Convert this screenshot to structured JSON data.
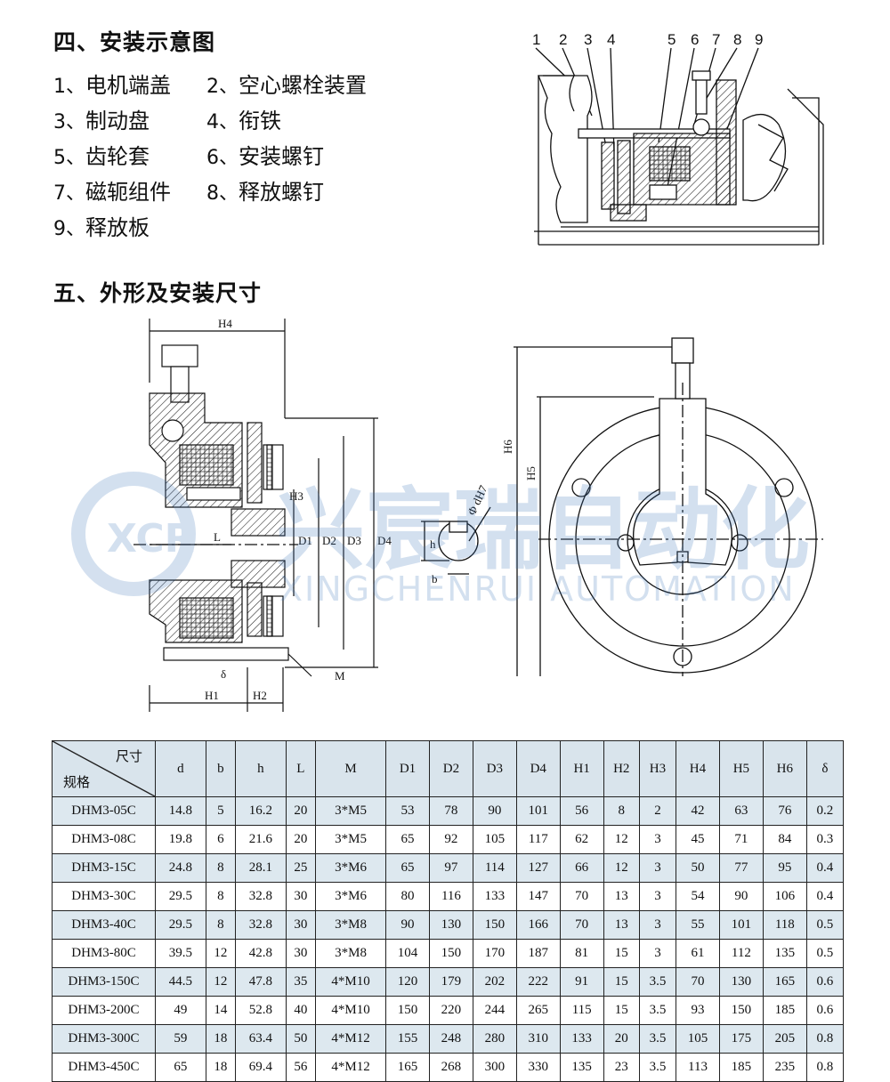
{
  "section4": {
    "title": "四、安装示意图",
    "parts": [
      {
        "num": "1、",
        "name": "电机端盖"
      },
      {
        "num": "2、",
        "name": "空心螺栓装置"
      },
      {
        "num": "3、",
        "name": "制动盘"
      },
      {
        "num": "4、",
        "name": "衔铁"
      },
      {
        "num": "5、",
        "name": "齿轮套"
      },
      {
        "num": "6、",
        "name": "安装螺钉"
      },
      {
        "num": "7、",
        "name": "磁轭组件"
      },
      {
        "num": "8、",
        "name": "释放螺钉"
      },
      {
        "num": "9、",
        "name": "释放板"
      }
    ],
    "diagram_numbers": [
      "1",
      "2",
      "3",
      "4",
      "5",
      "6",
      "7",
      "8",
      "9"
    ]
  },
  "section5": {
    "title": "五、外形及安装尺寸",
    "labels": {
      "H4": "H4",
      "H3": "H3",
      "L": "L",
      "D1": "D1",
      "D2": "D2",
      "D3": "D3",
      "D4": "D4",
      "delta": "δ",
      "H1": "H1",
      "H2": "H2",
      "M": "M",
      "dH7": "Φ dH7",
      "h": "h",
      "b": "b",
      "H6": "H6",
      "H5": "H5"
    }
  },
  "watermark": {
    "cn": "兴宸瑞自动化",
    "en": "XINGCHENRUI AUTOMATION",
    "logo": "XCR"
  },
  "table": {
    "corner_top": "尺寸",
    "corner_bottom": "规格",
    "columns": [
      "d",
      "b",
      "h",
      "L",
      "M",
      "D1",
      "D2",
      "D3",
      "D4",
      "H1",
      "H2",
      "H3",
      "H4",
      "H5",
      "H6",
      "δ"
    ],
    "rows": [
      [
        "DHM3-05C",
        "14.8",
        "5",
        "16.2",
        "20",
        "3*M5",
        "53",
        "78",
        "90",
        "101",
        "56",
        "8",
        "2",
        "42",
        "63",
        "76",
        "0.2"
      ],
      [
        "DHM3-08C",
        "19.8",
        "6",
        "21.6",
        "20",
        "3*M5",
        "65",
        "92",
        "105",
        "117",
        "62",
        "12",
        "3",
        "45",
        "71",
        "84",
        "0.3"
      ],
      [
        "DHM3-15C",
        "24.8",
        "8",
        "28.1",
        "25",
        "3*M6",
        "65",
        "97",
        "114",
        "127",
        "66",
        "12",
        "3",
        "50",
        "77",
        "95",
        "0.4"
      ],
      [
        "DHM3-30C",
        "29.5",
        "8",
        "32.8",
        "30",
        "3*M6",
        "80",
        "116",
        "133",
        "147",
        "70",
        "13",
        "3",
        "54",
        "90",
        "106",
        "0.4"
      ],
      [
        "DHM3-40C",
        "29.5",
        "8",
        "32.8",
        "30",
        "3*M8",
        "90",
        "130",
        "150",
        "166",
        "70",
        "13",
        "3",
        "55",
        "101",
        "118",
        "0.5"
      ],
      [
        "DHM3-80C",
        "39.5",
        "12",
        "42.8",
        "30",
        "3*M8",
        "104",
        "150",
        "170",
        "187",
        "81",
        "15",
        "3",
        "61",
        "112",
        "135",
        "0.5"
      ],
      [
        "DHM3-150C",
        "44.5",
        "12",
        "47.8",
        "35",
        "4*M10",
        "120",
        "179",
        "202",
        "222",
        "91",
        "15",
        "3.5",
        "70",
        "130",
        "165",
        "0.6"
      ],
      [
        "DHM3-200C",
        "49",
        "14",
        "52.8",
        "40",
        "4*M10",
        "150",
        "220",
        "244",
        "265",
        "115",
        "15",
        "3.5",
        "93",
        "150",
        "185",
        "0.6"
      ],
      [
        "DHM3-300C",
        "59",
        "18",
        "63.4",
        "50",
        "4*M12",
        "155",
        "248",
        "280",
        "310",
        "133",
        "20",
        "3.5",
        "105",
        "175",
        "205",
        "0.8"
      ],
      [
        "DHM3-450C",
        "65",
        "18",
        "69.4",
        "56",
        "4*M12",
        "165",
        "268",
        "300",
        "330",
        "135",
        "23",
        "3.5",
        "113",
        "185",
        "235",
        "0.8"
      ]
    ]
  }
}
